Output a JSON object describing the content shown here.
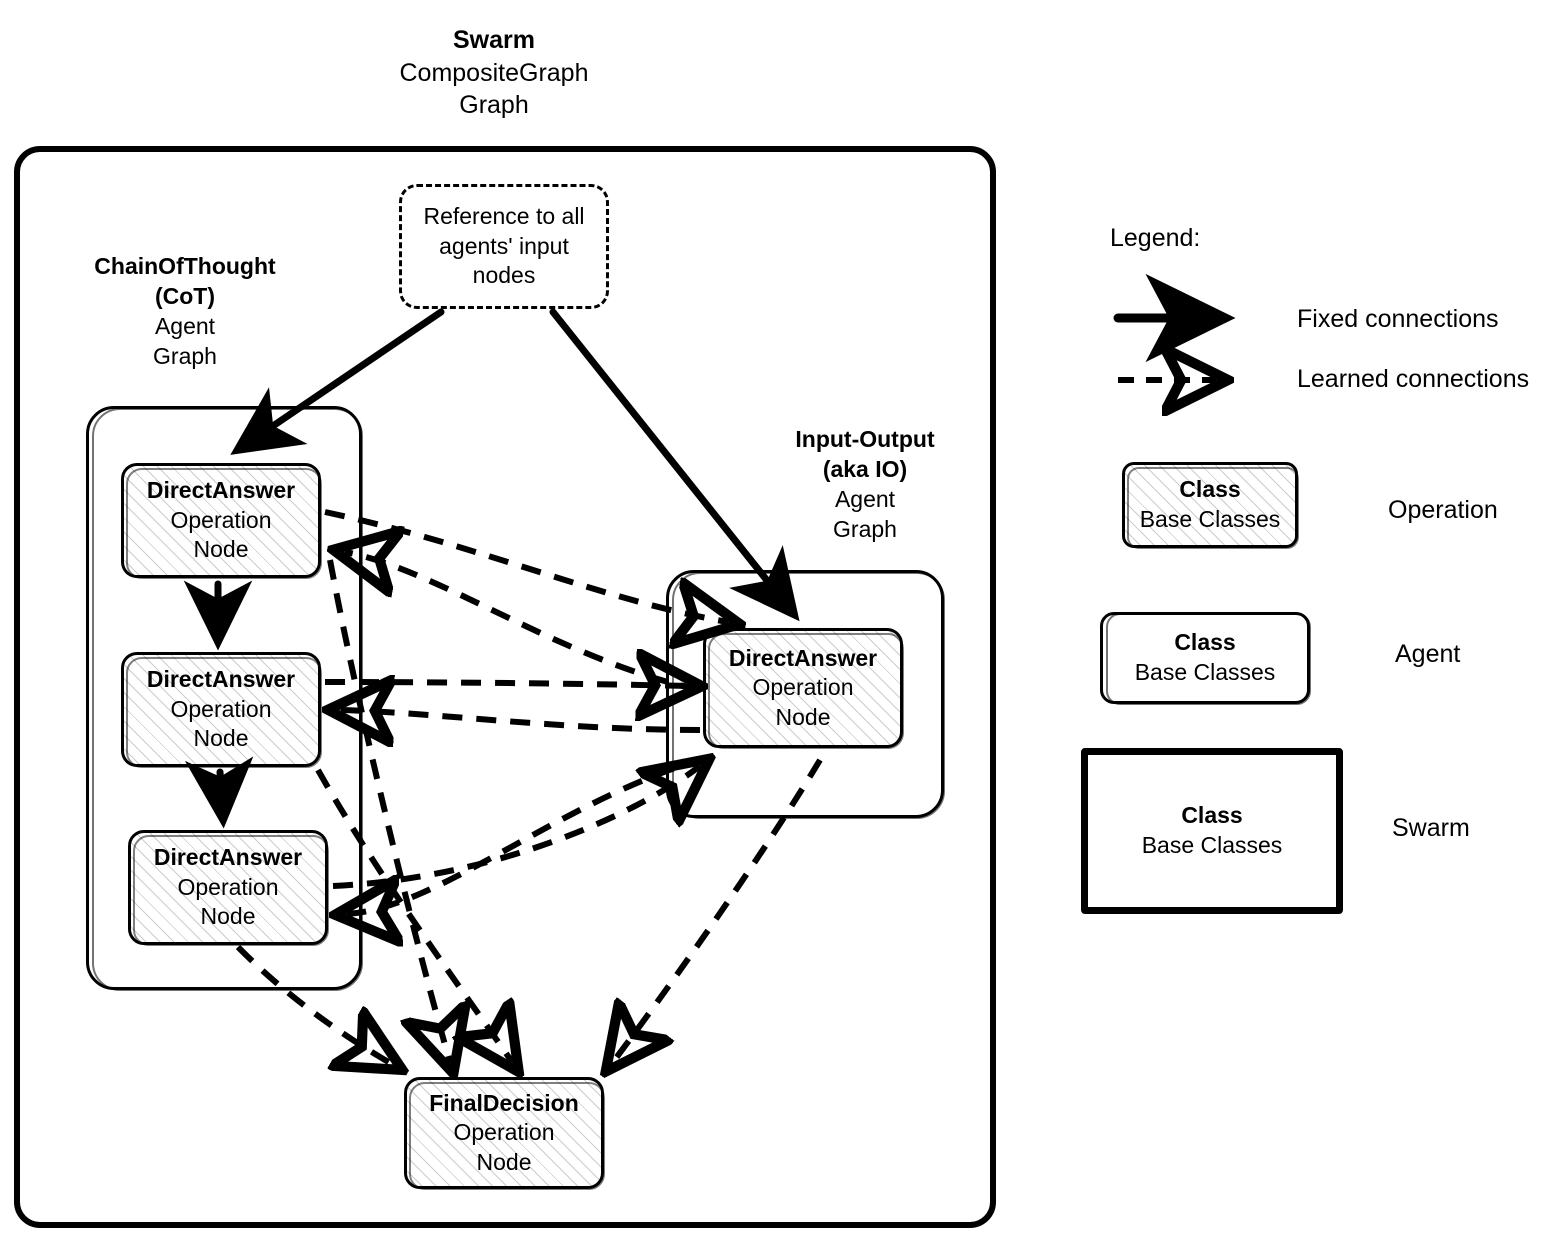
{
  "title": {
    "class_name": "Swarm",
    "base1": "CompositeGraph",
    "base2": "Graph"
  },
  "note": {
    "text": "Reference to all agents' input nodes"
  },
  "agents": [
    {
      "id": "cot",
      "class_name": "ChainOfThought",
      "class_name2": "(CoT)",
      "base1": "Agent",
      "base2": "Graph"
    },
    {
      "id": "io",
      "class_name": "Input-Output",
      "class_name2": "(aka IO)",
      "base1": "Agent",
      "base2": "Graph"
    }
  ],
  "nodes": [
    {
      "id": "cot1",
      "class_name": "DirectAnswer",
      "base1": "Operation",
      "base2": "Node"
    },
    {
      "id": "cot2",
      "class_name": "DirectAnswer",
      "base1": "Operation",
      "base2": "Node"
    },
    {
      "id": "cot3",
      "class_name": "DirectAnswer",
      "base1": "Operation",
      "base2": "Node"
    },
    {
      "id": "io1",
      "class_name": "DirectAnswer",
      "base1": "Operation",
      "base2": "Node"
    },
    {
      "id": "fd",
      "class_name": "FinalDecision",
      "base1": "Operation",
      "base2": "Node"
    }
  ],
  "legend": {
    "heading": "Legend:",
    "fixed_label": "Fixed connections",
    "learned_label": "Learned connections",
    "swatches": [
      {
        "class_name": "Class",
        "base": "Base Classes",
        "label": "Operation"
      },
      {
        "class_name": "Class",
        "base": "Base Classes",
        "label": "Agent"
      },
      {
        "class_name": "Class",
        "base": "Base Classes",
        "label": "Swarm"
      }
    ]
  },
  "colors": {
    "stroke": "#000000",
    "background": "#ffffff",
    "hatch": "#cccccc"
  },
  "diagram_data": {
    "type": "diagram",
    "edges": [
      {
        "from": "note",
        "to": "cot1",
        "style": "fixed"
      },
      {
        "from": "note",
        "to": "io1",
        "style": "fixed"
      },
      {
        "from": "cot1",
        "to": "cot2",
        "style": "fixed"
      },
      {
        "from": "cot2",
        "to": "cot3",
        "style": "fixed"
      },
      {
        "from": "cot1",
        "to": "io1",
        "style": "learned"
      },
      {
        "from": "io1",
        "to": "cot1",
        "style": "learned"
      },
      {
        "from": "cot2",
        "to": "io1",
        "style": "learned"
      },
      {
        "from": "io1",
        "to": "cot2",
        "style": "learned"
      },
      {
        "from": "cot3",
        "to": "io1",
        "style": "learned"
      },
      {
        "from": "io1",
        "to": "cot3",
        "style": "learned"
      },
      {
        "from": "cot1",
        "to": "fd",
        "style": "learned"
      },
      {
        "from": "cot2",
        "to": "fd",
        "style": "learned"
      },
      {
        "from": "cot3",
        "to": "fd",
        "style": "learned"
      },
      {
        "from": "io1",
        "to": "fd",
        "style": "learned"
      }
    ]
  }
}
